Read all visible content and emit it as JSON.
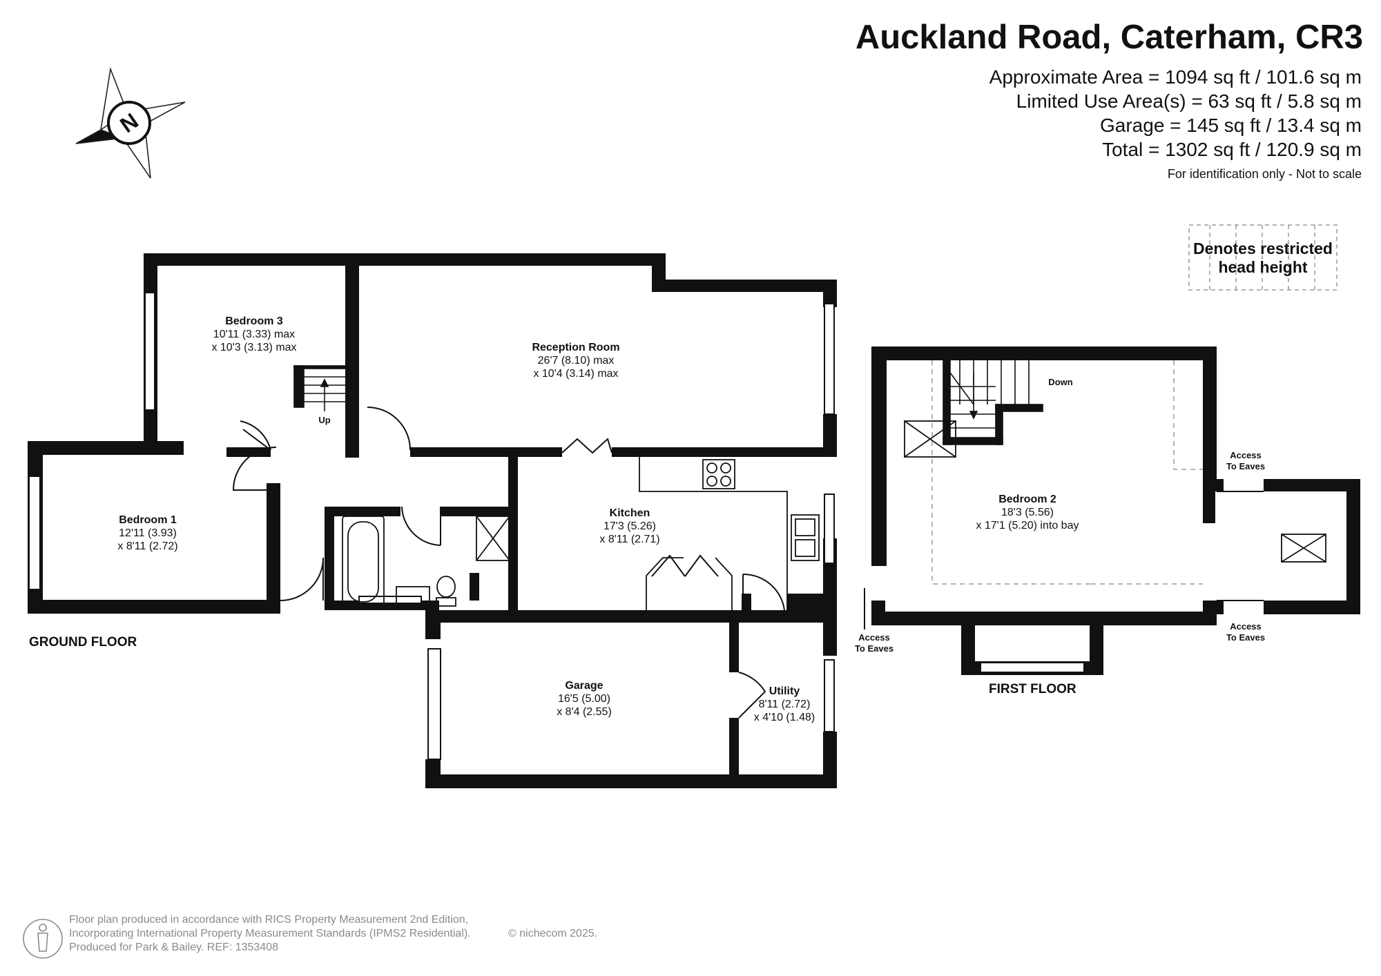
{
  "header": {
    "title": "Auckland Road, Caterham, CR3",
    "areas": [
      "Approximate Area = 1094 sq ft / 101.6 sq m",
      "Limited Use Area(s) = 63 sq ft / 5.8 sq m",
      "Garage = 145 sq ft / 13.4 sq m",
      "Total = 1302 sq ft / 120.9 sq m"
    ],
    "note": "For identification only - Not to scale"
  },
  "compass": {
    "letter": "N",
    "icon": "compass-icon"
  },
  "legend": {
    "line1": "Denotes restricted",
    "line2": "head height"
  },
  "ground_floor": {
    "label": "GROUND FLOOR",
    "rooms": [
      {
        "name": "Bedroom 3",
        "dim1": "10'11 (3.33) max",
        "dim2": "x 10'3 (3.13) max"
      },
      {
        "name": "Reception Room",
        "dim1": "26'7 (8.10) max",
        "dim2": "x 10'4 (3.14) max"
      },
      {
        "name": "Bedroom 1",
        "dim1": "12'11 (3.93)",
        "dim2": "x 8'11 (2.72)"
      },
      {
        "name": "Kitchen",
        "dim1": "17'3 (5.26)",
        "dim2": "x 8'11 (2.71)"
      },
      {
        "name": "Garage",
        "dim1": "16'5 (5.00)",
        "dim2": "x 8'4 (2.55)"
      },
      {
        "name": "Utility",
        "dim1": "8'11 (2.72)",
        "dim2": "x 4'10 (1.48)"
      }
    ],
    "stairs_label": "Up"
  },
  "first_floor": {
    "label": "FIRST FLOOR",
    "rooms": [
      {
        "name": "Bedroom 2",
        "dim1": "18'3 (5.56)",
        "dim2": "x 17'1 (5.20) into bay"
      }
    ],
    "stairs_label": "Down",
    "eaves": [
      {
        "line1": "Access",
        "line2": "To Eaves"
      },
      {
        "line1": "Access",
        "line2": "To Eaves"
      },
      {
        "line1": "Access",
        "line2": "To Eaves"
      }
    ]
  },
  "footer": {
    "line1": "Floor plan produced in accordance with RICS Property Measurement 2nd Edition,",
    "line2": "Incorporating International Property Measurement Standards (IPMS2 Residential).",
    "line3": "Produced for Park & Bailey.   REF:  1353408",
    "copyright": "© nichecom 2025."
  },
  "colors": {
    "wall": "#111111",
    "dashed": "#9a9a9a",
    "footer_text": "#8a8a8a"
  }
}
